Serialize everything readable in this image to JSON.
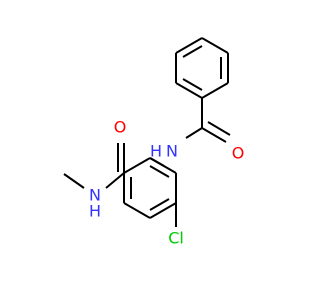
{
  "molecule": {
    "atoms": {
      "n_amide_top": {
        "symbol": "N",
        "hydrogen": "H",
        "color": "#3333ff"
      },
      "o_top": {
        "symbol": "O",
        "color": "#ff0000"
      },
      "o_left": {
        "symbol": "O",
        "color": "#ff0000"
      },
      "n_methyl": {
        "symbol": "N",
        "hydrogen": "H",
        "color": "#3333ff"
      },
      "cl": {
        "symbol": "Cl",
        "color": "#00cc00"
      }
    },
    "bond_color": "#000000"
  }
}
